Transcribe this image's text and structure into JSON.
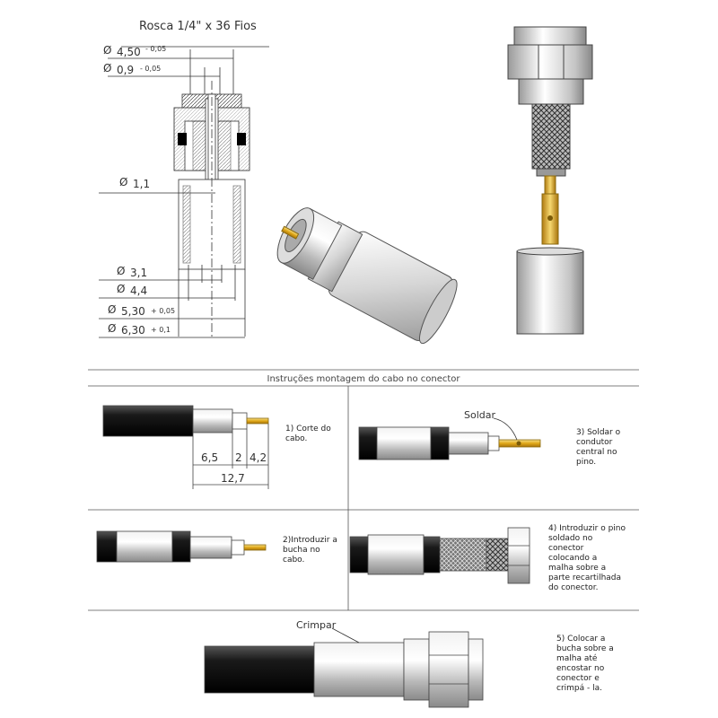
{
  "top_drawing": {
    "thread_label": "Rosca 1/4\" x 36 Fios",
    "dims": {
      "d1": "4,50",
      "d1_tol": "- 0,05",
      "d2": "0,9",
      "d2_tol": "- 0,05",
      "d3": "1,1",
      "d4": "3,1",
      "d5": "4,4",
      "d6": "5,30",
      "d6_tol": "+ 0,05",
      "d7": "6,30",
      "d7_tol": "+ 0,1"
    },
    "diameter_symbol": "Ø"
  },
  "instructions": {
    "title": "Instruções montagem do cabo no conector",
    "step1": {
      "lines": [
        "1) Corte do",
        "cabo."
      ],
      "dims": {
        "a": "6,5",
        "b": "2",
        "c": "4,2",
        "total": "12,7"
      }
    },
    "step2": {
      "lines": [
        "2)Introduzir a",
        "bucha no",
        "cabo."
      ]
    },
    "step3": {
      "label": "Soldar",
      "lines": [
        "3) Soldar o",
        "condutor",
        "central no",
        "pino."
      ]
    },
    "step4": {
      "lines": [
        "4) Introduzir o pino",
        "soldado no",
        "conector",
        "colocando a",
        "malha sobre a",
        "parte recartilhada",
        "do conector."
      ]
    },
    "step5": {
      "label": "Crimpar",
      "lines": [
        "5) Colocar a",
        "bucha sobre a",
        "malha até",
        "encostar no",
        "conector e",
        "crimpá - la."
      ]
    }
  }
}
